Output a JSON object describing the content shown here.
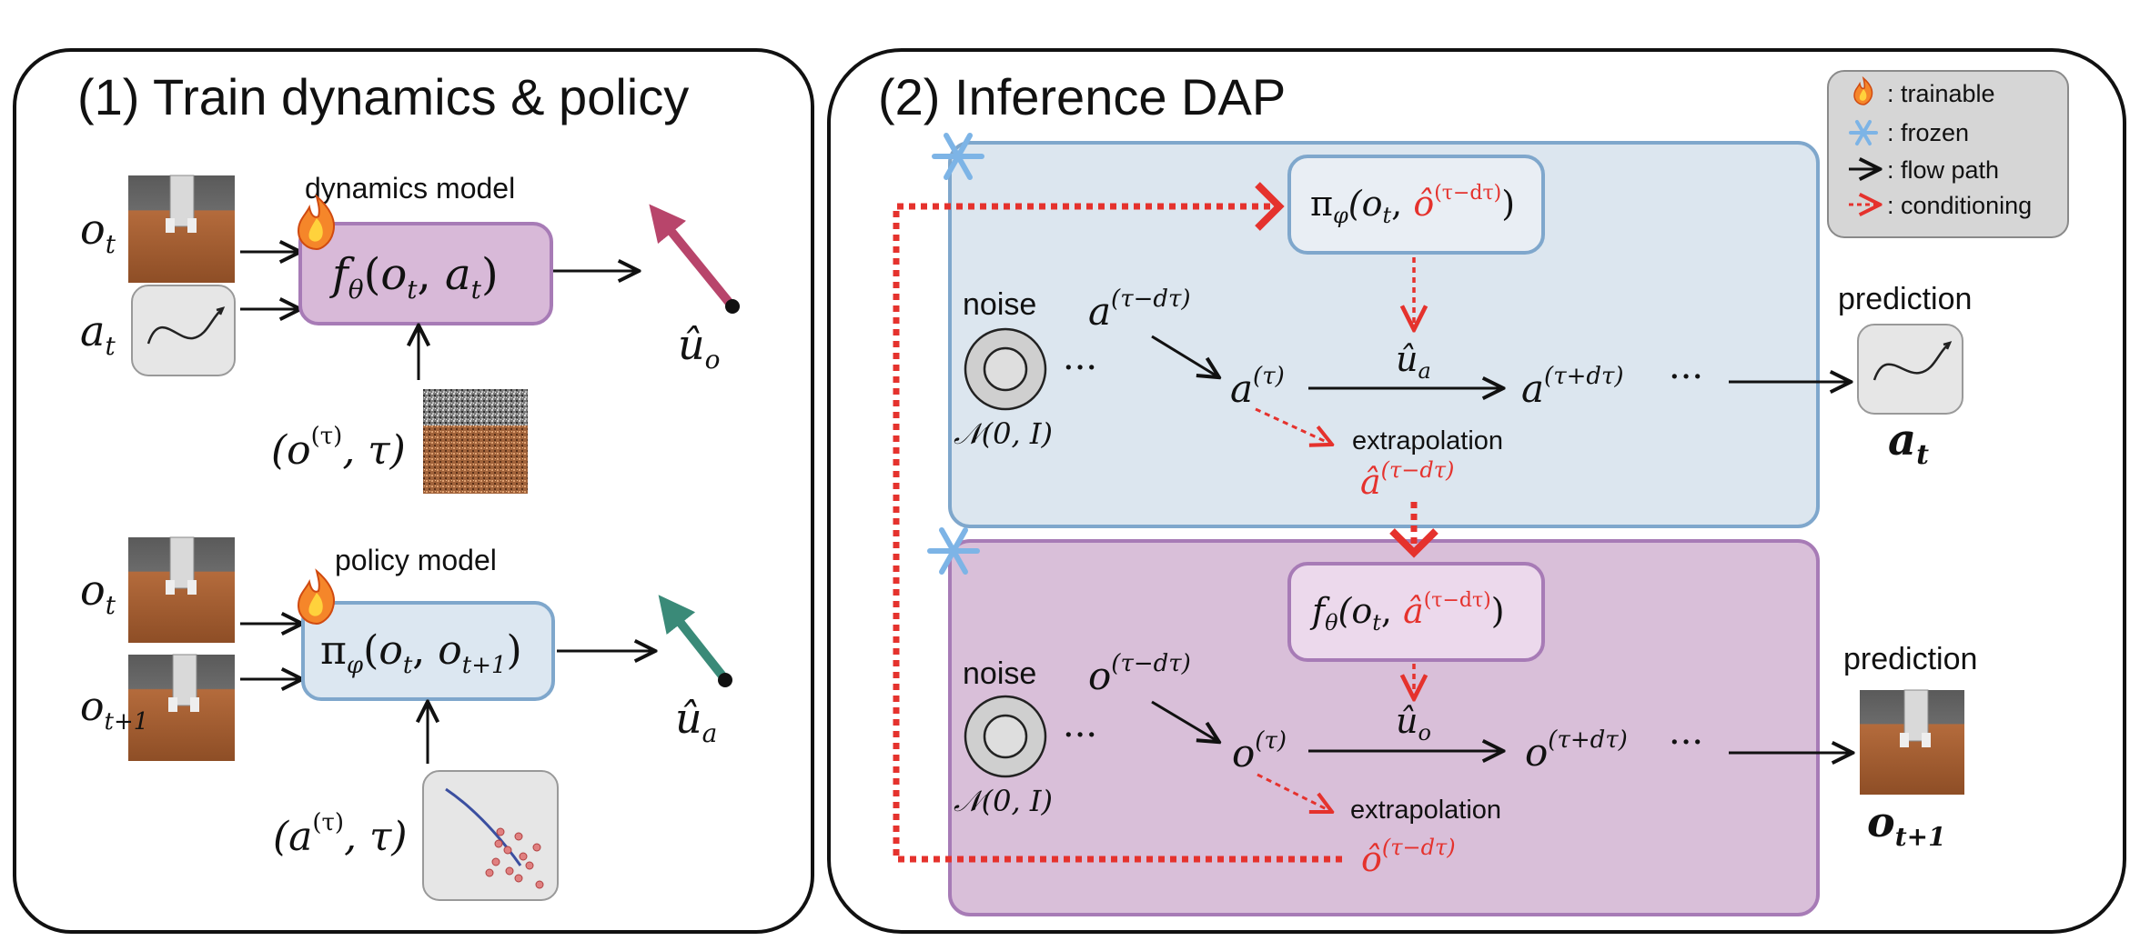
{
  "panel1": {
    "title": "(1) Train dynamics & policy",
    "dynamics": {
      "caption": "dynamics model",
      "func": "f",
      "func_sub": "θ",
      "args": "(o",
      "in_obs": "o",
      "in_obs_sub": "t",
      "in_act": "a",
      "in_act_sub": "t",
      "cond_base": "(o",
      "cond_sup": "(τ)",
      "cond_tail": ", τ)",
      "out": "û",
      "out_sub": "o"
    },
    "policy": {
      "caption": "policy model",
      "func": "π",
      "func_sub": "φ",
      "in_obs": "o",
      "in_obs_sub": "t",
      "in_next": "o",
      "in_next_sub": "t+1",
      "cond_base": "(a",
      "cond_sup": "(τ)",
      "cond_tail": ", τ)",
      "out": "û",
      "out_sub": "a"
    }
  },
  "panel2": {
    "title": "(2) Inference DAP",
    "top": {
      "noise_label": "noise",
      "dist": "𝒩(0, I)",
      "prev": "a",
      "prev_sup": "(τ−dτ)",
      "cur": "a",
      "cur_sup": "(τ)",
      "next": "a",
      "next_sup": "(τ+dτ)",
      "vel": "û",
      "vel_sub": "a",
      "extrap_label": "extrapolation",
      "extrap": "â",
      "extrap_sup": "(τ−dτ)",
      "box_func": "π",
      "box_sub": "φ",
      "box_arg1": "(o",
      "box_arg1_sub": "t",
      "box_cond": "ô",
      "box_cond_sup": "(τ−dτ)",
      "pred_label": "prediction",
      "pred": "a",
      "pred_sub": "t",
      "dots": "···"
    },
    "bottom": {
      "noise_label": "noise",
      "dist": "𝒩(0, I)",
      "prev": "o",
      "prev_sup": "(τ−dτ)",
      "cur": "o",
      "cur_sup": "(τ)",
      "next": "o",
      "next_sup": "(τ+dτ)",
      "vel": "û",
      "vel_sub": "o",
      "extrap_label": "extrapolation",
      "extrap": "ô",
      "extrap_sup": "(τ−dτ)",
      "box_func": "f",
      "box_sub": "θ",
      "box_arg1": "(o",
      "box_arg1_sub": "t",
      "box_cond": "â",
      "box_cond_sup": "(τ−dτ)",
      "pred_label": "prediction",
      "pred": "o",
      "pred_sub": "t+1",
      "dots": "···"
    }
  },
  "legend": {
    "items": [
      {
        "icon": "fire-icon",
        "label": ": trainable"
      },
      {
        "icon": "snowflake-icon",
        "label": ": frozen"
      },
      {
        "icon": "solid-arrow-icon",
        "label": ": flow path"
      },
      {
        "icon": "dotted-arrow-icon",
        "label": ": conditioning"
      }
    ]
  },
  "colors": {
    "dynamics_box": "#d8b9d8",
    "dynamics_border": "#a77bb6",
    "policy_box": "#dce7f1",
    "policy_border": "#7fa7cc",
    "top_region": "#dce6ef",
    "bottom_region": "#d9bfd9",
    "conditioning": "#e5322d",
    "arrow_uo": "#b8456b",
    "arrow_ua": "#3a8a78"
  }
}
